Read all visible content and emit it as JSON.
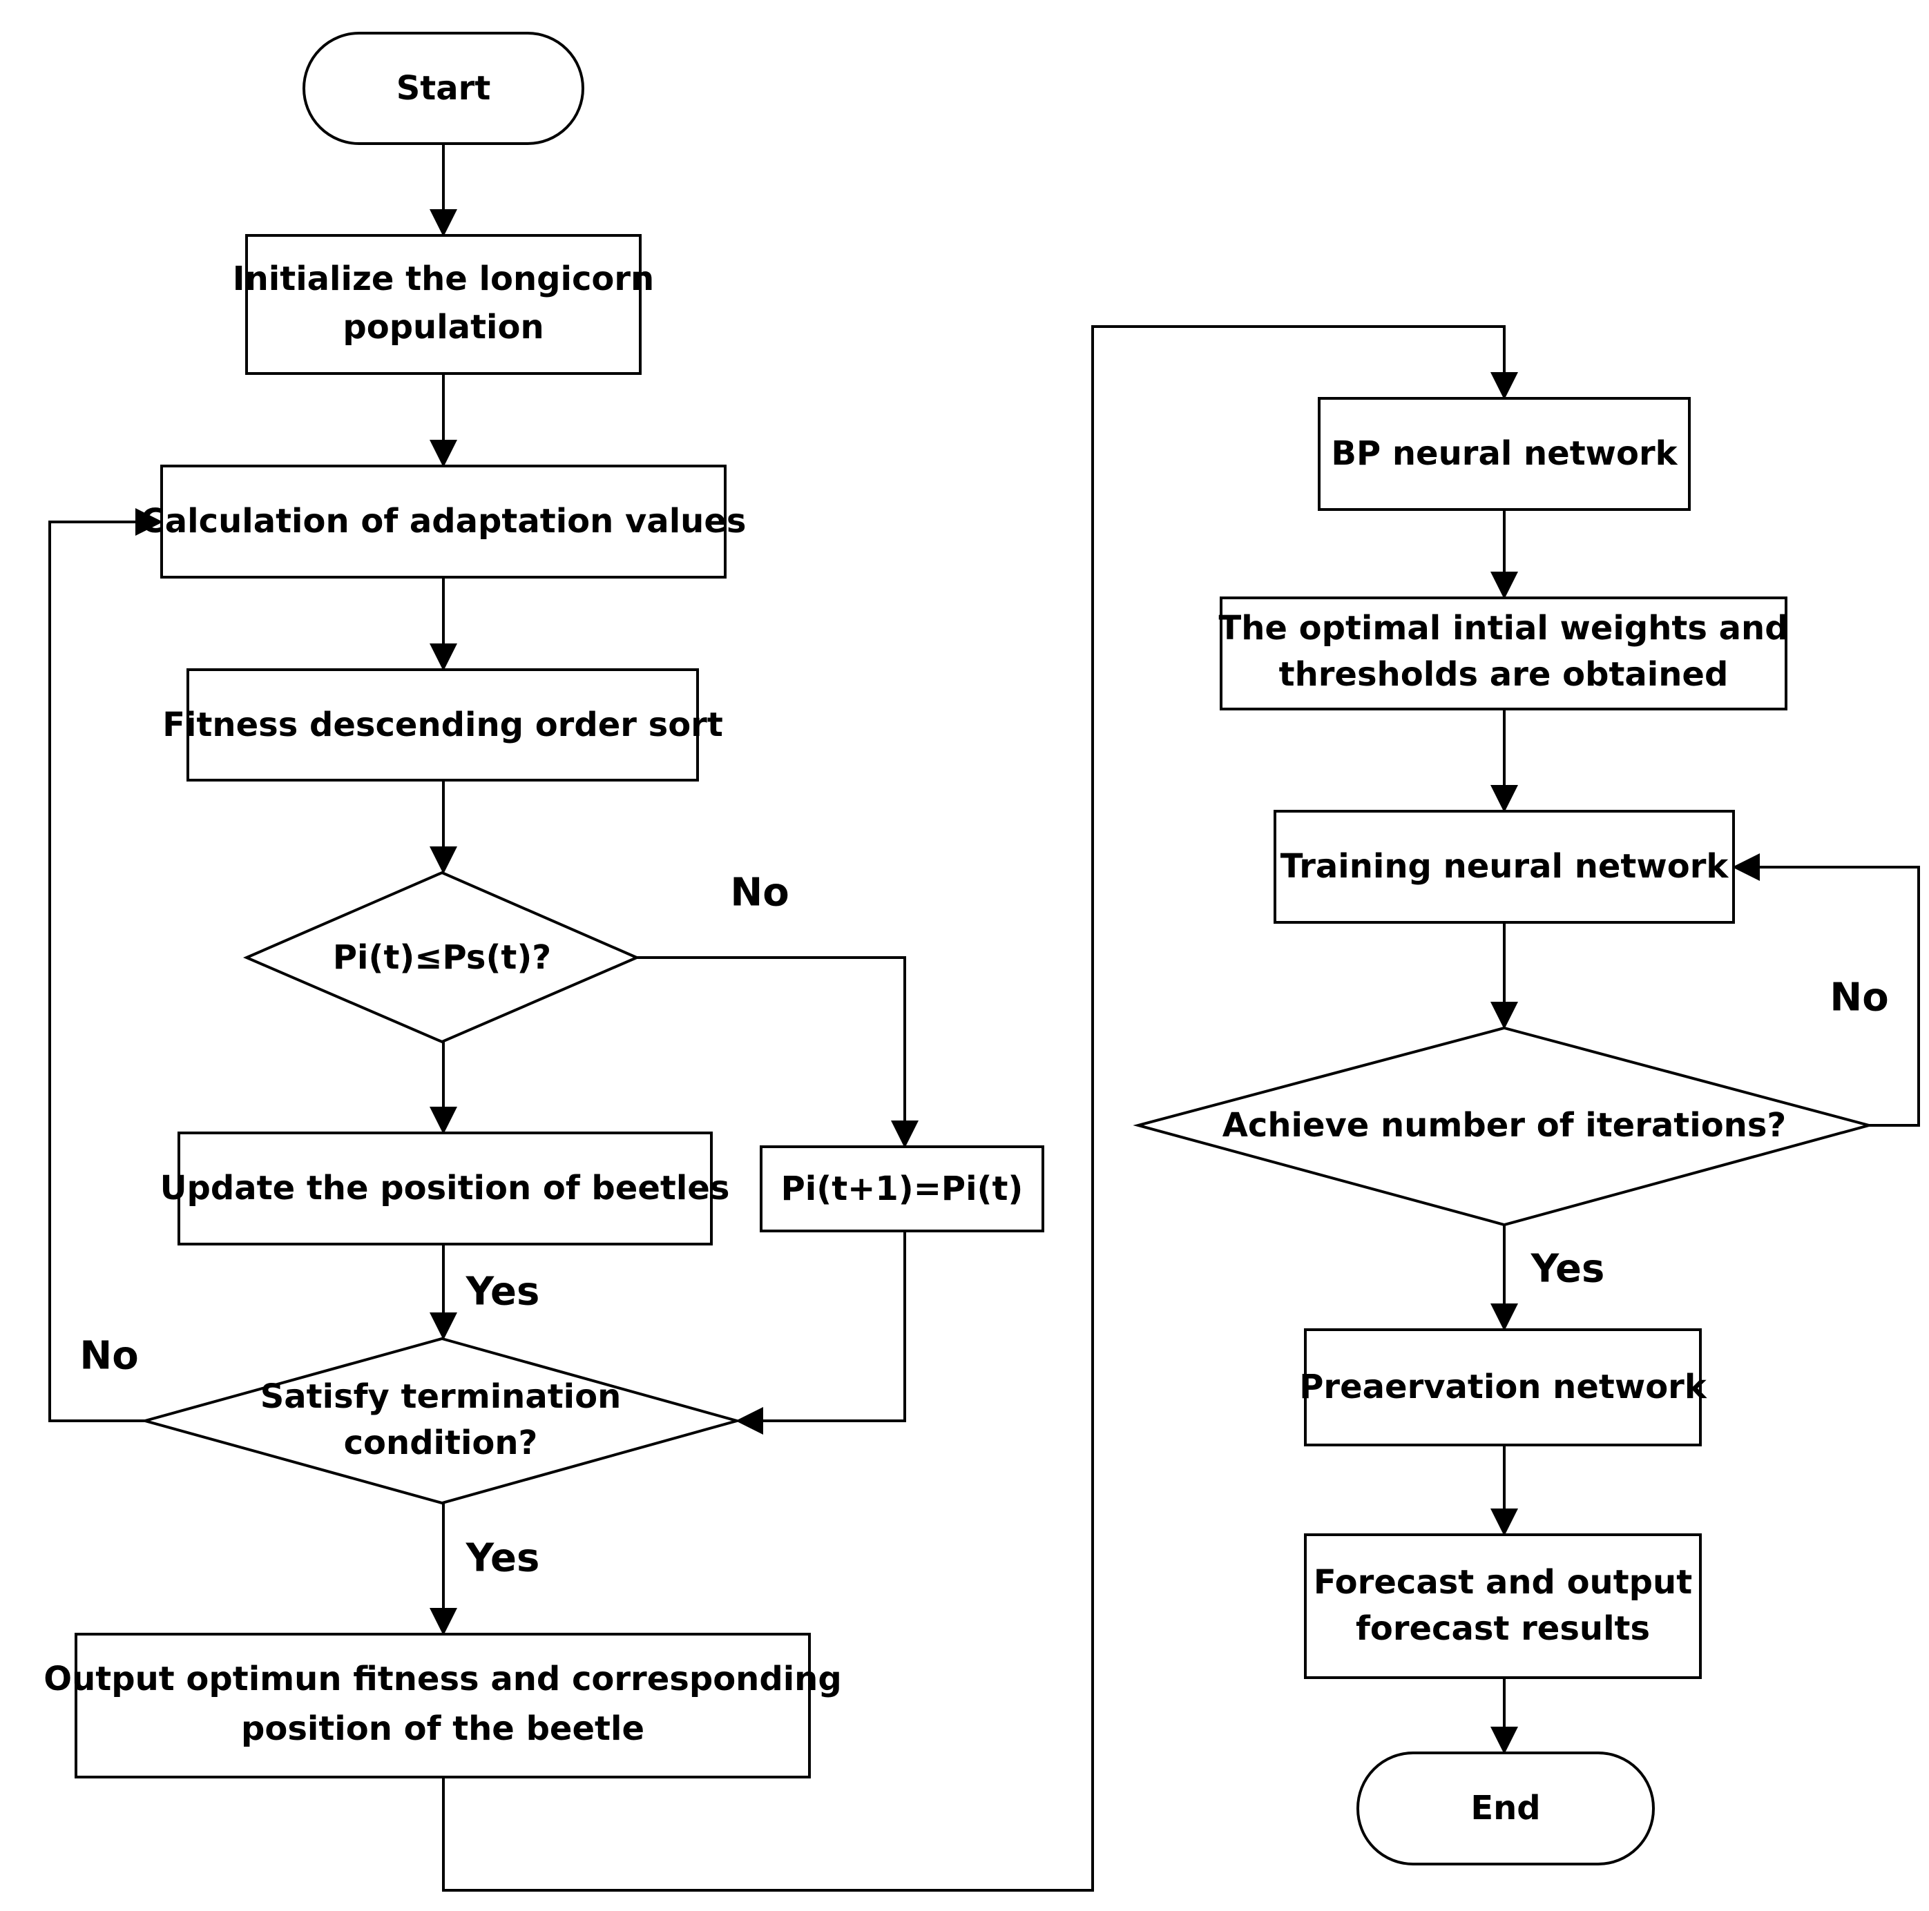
{
  "diagram": {
    "nodes": {
      "start": "Start",
      "init": [
        "Initialize the longicorn",
        "population"
      ],
      "calc": "Calculation of adaptation values",
      "sort": "Fitness descending order sort",
      "decision1": "Pi(t)≤Ps(t)?",
      "update": "Update the position of beetles",
      "keep": "Pi(t+1)=Pi(t)",
      "decision2": [
        "Satisfy termination",
        "condition?"
      ],
      "output": [
        "Output optimun fitness and corresponding",
        "position of the beetle"
      ],
      "bp": "BP neural network",
      "weights": [
        "The optimal intial weights and",
        "thresholds are obtained"
      ],
      "train": "Training neural network",
      "decision3": "Achieve  number of iterations?",
      "preserve": "Preaervation network",
      "forecast": [
        "Forecast and output",
        "forecast results"
      ],
      "end": "End"
    },
    "edge_labels": {
      "d1_no": "No",
      "d1_yes": "Yes",
      "d2_no": "No",
      "d2_yes": "Yes",
      "d3_no": "No",
      "d3_yes": "Yes"
    }
  }
}
